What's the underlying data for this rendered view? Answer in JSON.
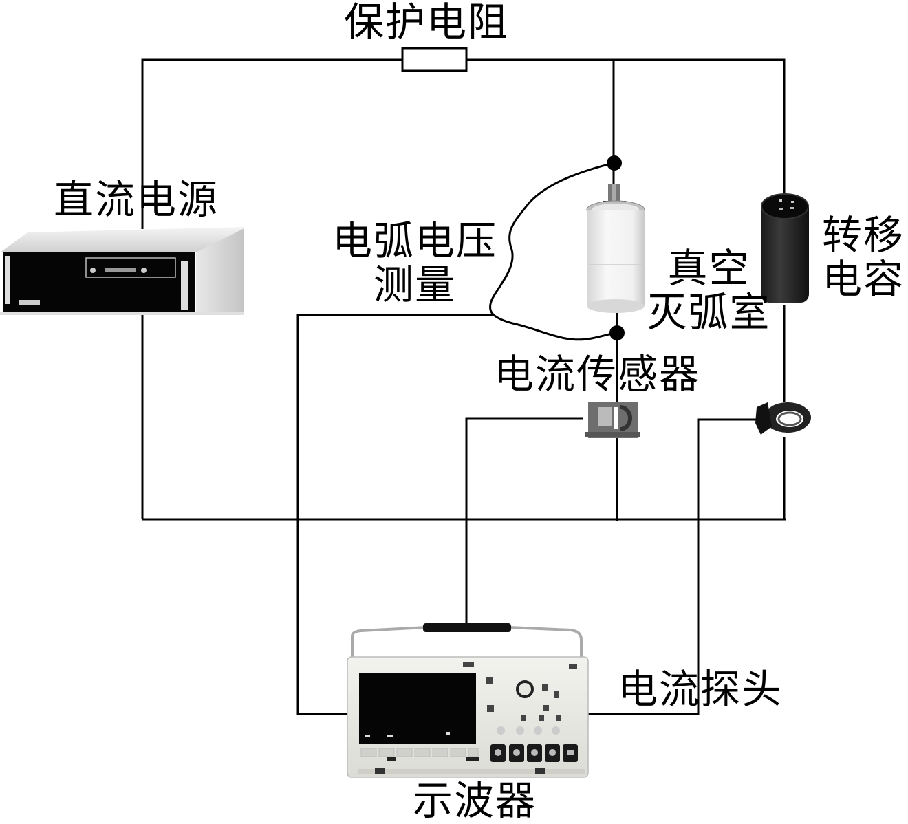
{
  "diagram": {
    "type": "circuit-schematic",
    "components": {
      "protective_resistor": {
        "label": "保护电阻",
        "kind": "resistor"
      },
      "dc_power_supply": {
        "label": "直流电源",
        "kind": "rack-power-supply-photo"
      },
      "arc_voltage_measurement": {
        "label_lines": [
          "电弧电压",
          "测量"
        ],
        "kind": "voltage-probe-wire"
      },
      "vacuum_interrupter": {
        "label_lines": [
          "真空",
          "灭弧室"
        ],
        "kind": "vacuum-interrupter-photo"
      },
      "transfer_capacitor": {
        "label_lines": [
          "转移",
          "电容"
        ],
        "kind": "capacitor-photo"
      },
      "current_sensor": {
        "label": "电流传感器",
        "kind": "hall-current-sensor-photo"
      },
      "current_probe": {
        "label": "电流探头",
        "kind": "clamp-current-probe-photo"
      },
      "oscilloscope": {
        "label": "示波器",
        "kind": "oscilloscope-photo"
      }
    },
    "connections": [
      {
        "from": "dc_power_supply",
        "to": "protective_resistor"
      },
      {
        "from": "protective_resistor",
        "to": "vacuum_interrupter"
      },
      {
        "from": "protective_resistor",
        "to": "transfer_capacitor"
      },
      {
        "from": "vacuum_interrupter",
        "to": "current_sensor"
      },
      {
        "from": "transfer_capacitor",
        "to": "current_probe"
      },
      {
        "from": "current_sensor",
        "to": "dc_power_supply",
        "via": "bottom-rail"
      },
      {
        "from": "current_probe",
        "to": "dc_power_supply",
        "via": "bottom-rail"
      },
      {
        "from": "arc_voltage_measurement",
        "to": "oscilloscope",
        "port": "left"
      },
      {
        "from": "current_sensor",
        "to": "oscilloscope",
        "port": "top"
      },
      {
        "from": "current_probe",
        "to": "oscilloscope",
        "port": "right"
      }
    ],
    "colors": {
      "wire": "#000000",
      "background": "#ffffff"
    }
  }
}
